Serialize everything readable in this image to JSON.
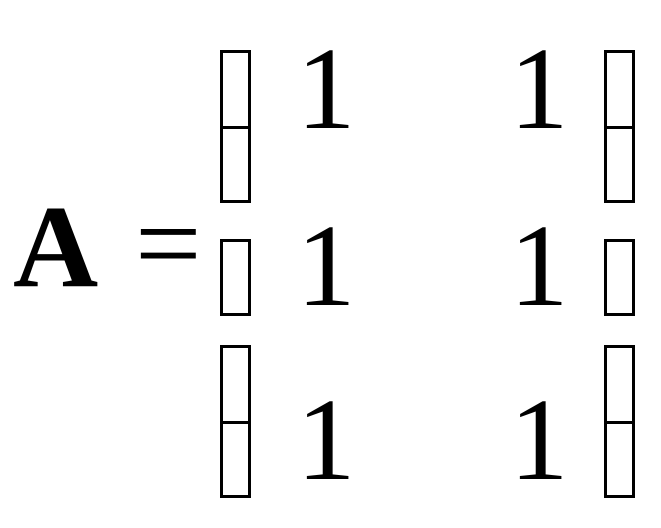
{
  "equation": {
    "variable": "A",
    "operator": "=",
    "matrix": {
      "rows": [
        [
          "1",
          "1"
        ],
        [
          "1",
          "1"
        ],
        [
          "1",
          "1"
        ]
      ]
    }
  }
}
